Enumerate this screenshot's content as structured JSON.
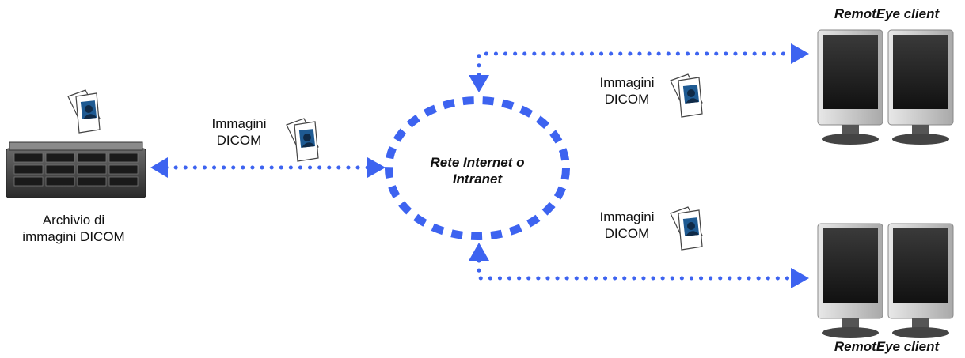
{
  "archive": {
    "label_line1": "Archivio di",
    "label_line2": "immagini DICOM"
  },
  "network": {
    "label_line1": "Rete Internet o",
    "label_line2": "Intranet"
  },
  "transfer_left": {
    "line1": "Immagini",
    "line2": "DICOM"
  },
  "transfer_top": {
    "line1": "Immagini",
    "line2": "DICOM"
  },
  "transfer_bottom": {
    "line1": "Immagini",
    "line2": "DICOM"
  },
  "client_top": {
    "label": "RemotEye client"
  },
  "client_bottom": {
    "label": "RemotEye client"
  },
  "colors": {
    "connection": "#3d63f0",
    "monitor_bezel": "#c8c8c8",
    "doc_icon": "#2a6fb0"
  },
  "icons": [
    "dicom-document-icon",
    "server-icon",
    "monitor-icon"
  ]
}
